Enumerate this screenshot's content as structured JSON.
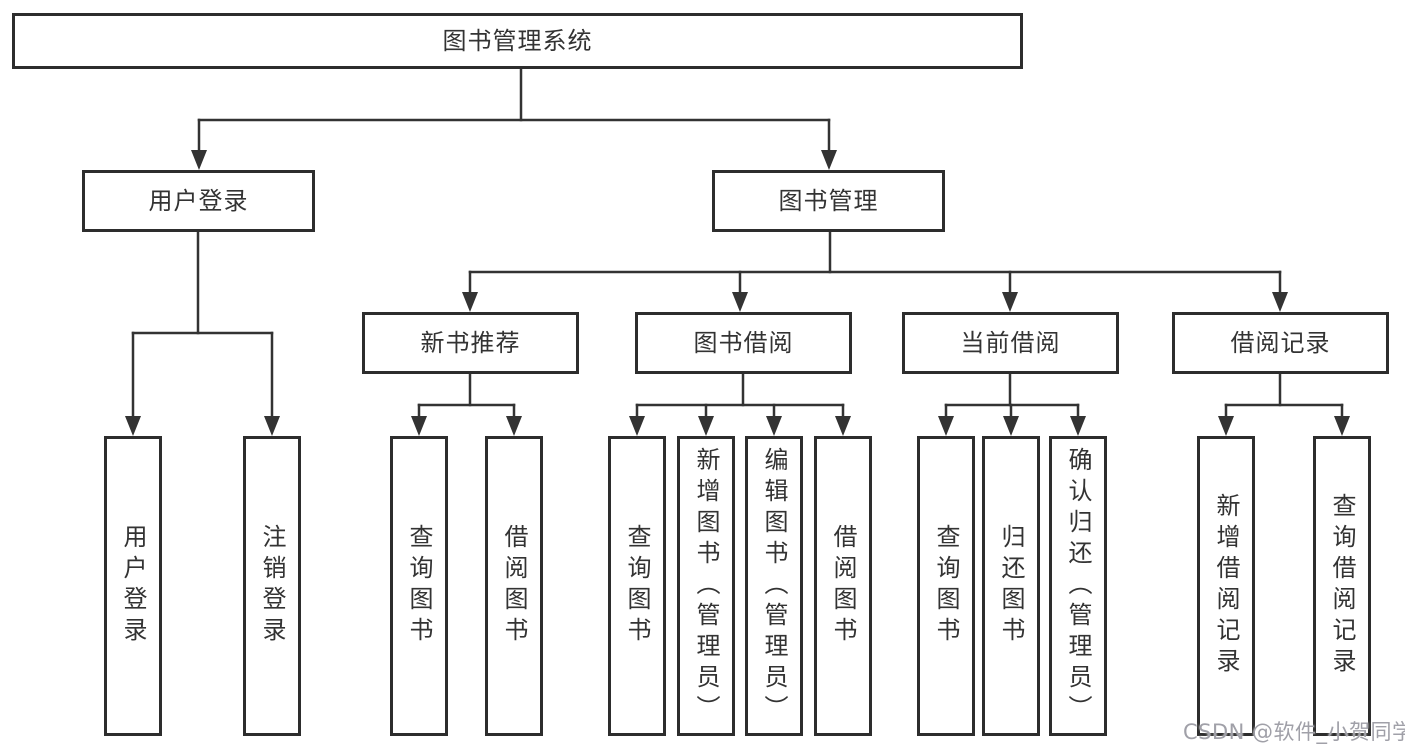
{
  "tree": {
    "label": "图书管理系统",
    "children": [
      {
        "label": "用户登录",
        "children": [
          {
            "label": "用户登录"
          },
          {
            "label": "注销登录"
          }
        ]
      },
      {
        "label": "图书管理",
        "children": [
          {
            "label": "新书推荐",
            "children": [
              {
                "label": "查询图书"
              },
              {
                "label": "借阅图书"
              }
            ]
          },
          {
            "label": "图书借阅",
            "children": [
              {
                "label": "查询图书"
              },
              {
                "label": "新增图书（管理员）"
              },
              {
                "label": "编辑图书（管理员）"
              },
              {
                "label": "借阅图书"
              }
            ]
          },
          {
            "label": "当前借阅",
            "children": [
              {
                "label": "查询图书"
              },
              {
                "label": "归还图书"
              },
              {
                "label": "确认归还（管理员）"
              }
            ]
          },
          {
            "label": "借阅记录",
            "children": [
              {
                "label": "新增借阅记录"
              },
              {
                "label": "查询借阅记录"
              }
            ]
          }
        ]
      }
    ]
  },
  "watermark": {
    "text": "CSDN @软件_小贺同学"
  },
  "colors": {
    "background": "#ffffff",
    "box_border": "#2d2d2d",
    "line": "#333333",
    "text": "#333333",
    "watermark_text": "#a0a0a8"
  }
}
